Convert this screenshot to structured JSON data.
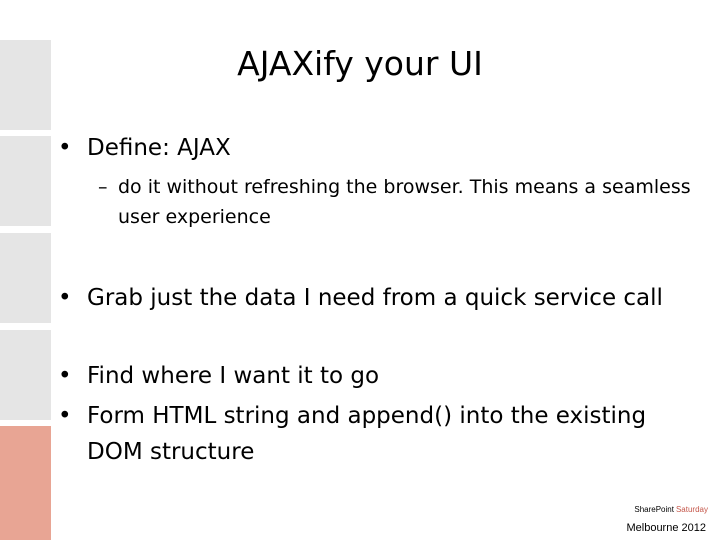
{
  "slide": {
    "title": "AJAXify your UI",
    "bullets": [
      "Define: AJAX",
      "Grab just the data I need from a quick service call",
      "Find where I want it to go",
      "Form HTML string and append() into the existing DOM structure"
    ],
    "sub_bullet": "do it without refreshing the browser.  This means a seamless user experience",
    "bullet_glyph": "•",
    "dash_glyph": "–"
  },
  "footer": {
    "brand_name": "SharePoint",
    "brand_suffix": "Saturday",
    "city_year": "Melbourne 2012"
  },
  "colors": {
    "side_block": "#e5e5e5",
    "side_block_accent": "#e8a594",
    "brand_accent": "#c5574a"
  }
}
